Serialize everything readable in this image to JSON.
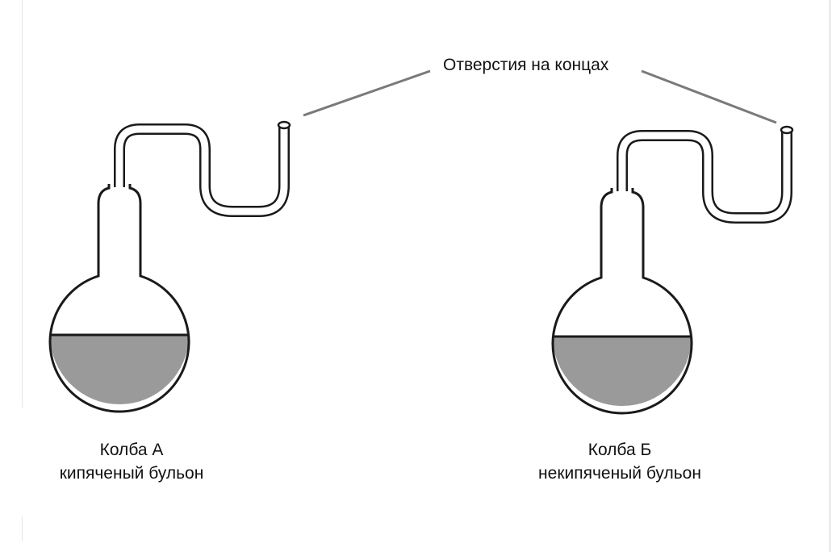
{
  "callout": {
    "text": "Отверстия на концах"
  },
  "flasks": [
    {
      "title": "Колба А",
      "contents": "кипяченый бульон"
    },
    {
      "title": "Колба Б",
      "contents": "некипяченый бульон"
    }
  ],
  "colors": {
    "outline": "#1a1a1a",
    "broth": "#9a9a9a",
    "leader": "#7a7a7a"
  }
}
